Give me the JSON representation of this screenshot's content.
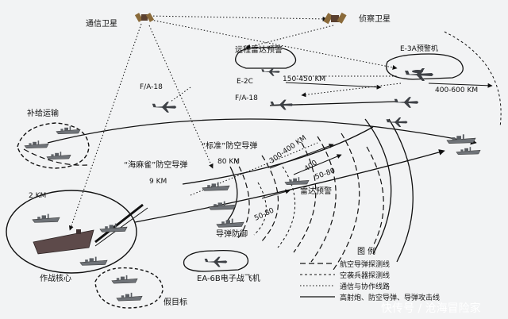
{
  "labels": {
    "comm_satellite": "通信卫星",
    "recon_satellite": "侦察卫星",
    "far_radar_picket": "远程雷达预警",
    "e3a": "E-3A预警机",
    "e2c": "E-2C",
    "fa18_top": "F/A-18",
    "fa18_mid": "F/A-18",
    "resupply": "补给运输",
    "standard_missile": "“标准”防空导弹",
    "sea_sparrow": "“海麻雀”防空导弹",
    "radar_warning": "雷达预警",
    "missile_defense": "导弹防御",
    "combat_core": "作战核心",
    "ea6b": "EA-6B电子战飞机",
    "decoy": "假目标"
  },
  "distances": {
    "d_150_450": "150-450 KM",
    "d_400_600": "400-600 KM",
    "d_300_400": "300-400 KM",
    "d_400": "400",
    "d_50_80_a": "50-80",
    "d_50_80_b": "50-80",
    "d_80": "80 KM",
    "d_9": "9 KM",
    "d_2": "2 KM"
  },
  "legend": {
    "title": "图  例",
    "items": [
      {
        "style": "long-dash",
        "text": "航空导弹探测线"
      },
      {
        "style": "short-dash",
        "text": "空袭兵器探测线"
      },
      {
        "style": "dotted",
        "text": "通信与协作线路"
      },
      {
        "style": "solid",
        "text": "高射炮、防空导弹、导弹攻击线"
      }
    ]
  },
  "watermark": "快传号 / 沧海冒险家",
  "colors": {
    "background": "#f2f3f4",
    "line": "#111111",
    "ship": "#6f7378",
    "watermark": "#ffffff"
  }
}
